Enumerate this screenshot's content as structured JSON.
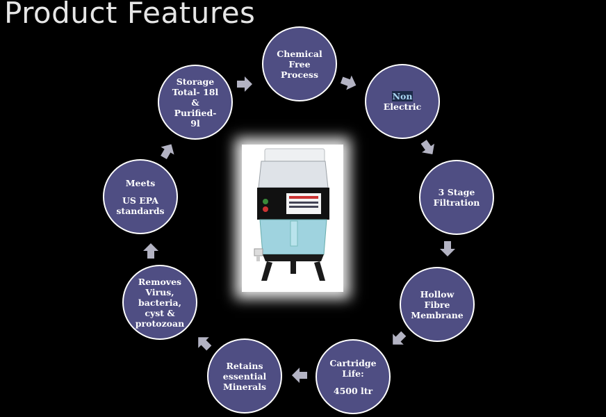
{
  "title": "Product Features",
  "features": {
    "chemical_free": [
      "Chemical",
      "Free",
      "Process"
    ],
    "non_electric": [
      "Non",
      "Electric"
    ],
    "three_stage": [
      "3 Stage",
      "Filtration"
    ],
    "hollow_fibre": [
      "Hollow",
      "Fibre",
      "Membrane"
    ],
    "cartridge_life": [
      "Cartridge",
      "Life:",
      "4500 ltr"
    ],
    "retains_minerals": [
      "Retains",
      "essential",
      "Minerals"
    ],
    "removes_virus": [
      "Removes",
      "Virus,",
      "bacteria,",
      "cyst &",
      "protozoan"
    ],
    "meets_epa": [
      "Meets",
      "US EPA",
      "standards"
    ],
    "storage": [
      "Storage",
      "Total- 18l",
      "&",
      "Purified-",
      "9l"
    ]
  },
  "colors": {
    "circle_fill": "#4f4e83",
    "circle_border": "#ffffff",
    "arrow": "#b3b3c3",
    "background": "#000000"
  },
  "icons": {
    "arrow": "arrow-icon",
    "product": "water-purifier-image"
  }
}
